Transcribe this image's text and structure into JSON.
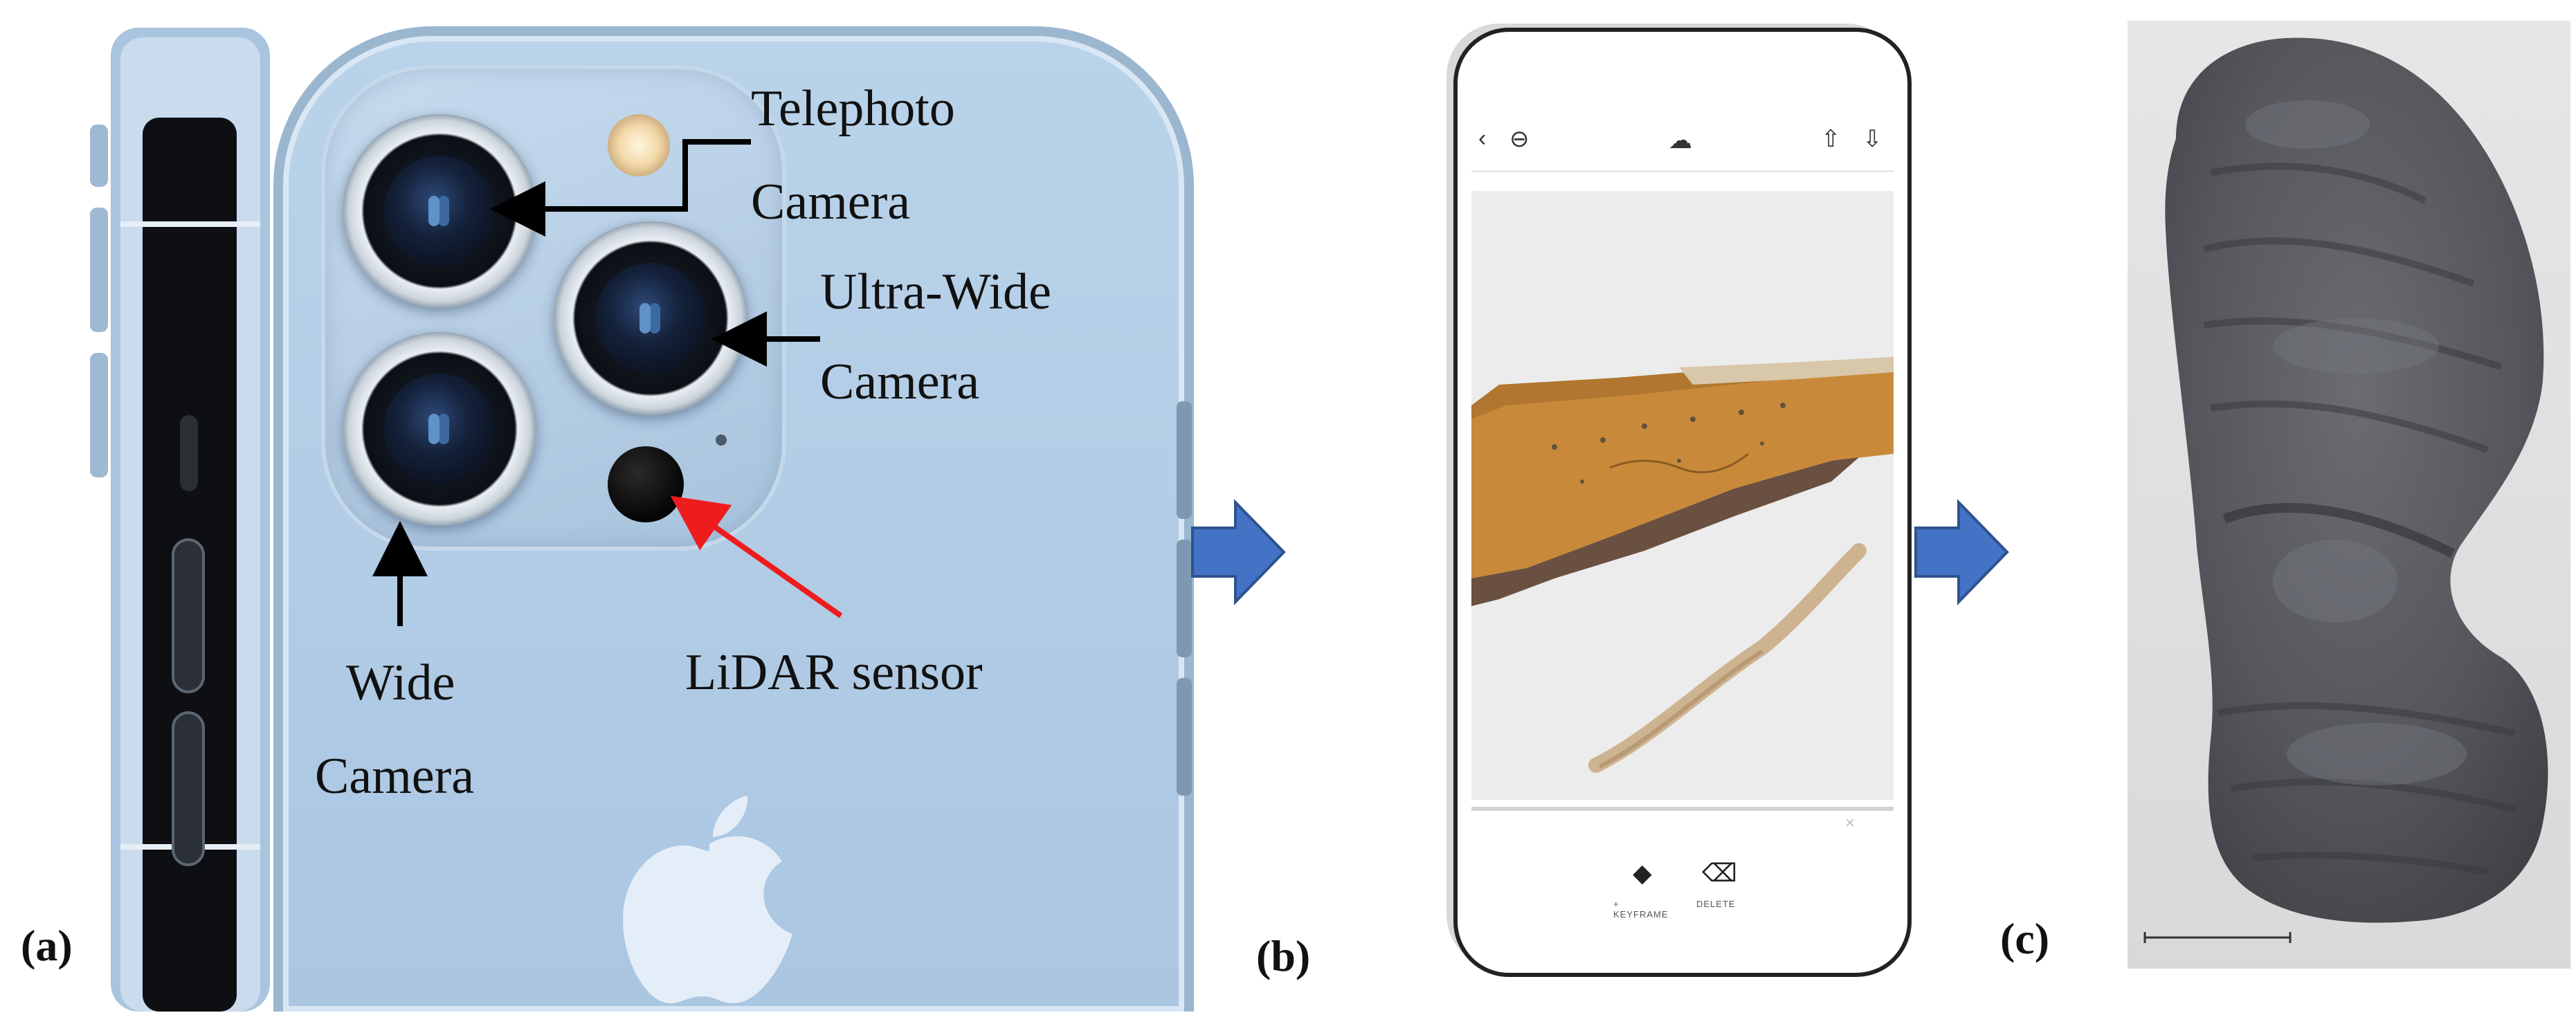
{
  "panels": {
    "a": {
      "letter": "(a)"
    },
    "b": {
      "letter": "(b)"
    },
    "c": {
      "letter": "(c)"
    }
  },
  "labels": {
    "telephoto_line1": "Telephoto",
    "telephoto_line2": "Camera",
    "ultrawide_line1": "Ultra-Wide",
    "ultrawide_line2": "Camera",
    "wide_line1": "Wide",
    "wide_line2": "Camera",
    "lidar": "LiDAR sensor"
  },
  "app_screen": {
    "toolbar_icons": [
      "back-icon",
      "minus-circle-icon",
      "cloud-icon",
      "share-icon",
      "download-icon"
    ],
    "keyframe_label": "+ KEYFRAME",
    "delete_label": "DELETE"
  },
  "colors": {
    "arrow_black": "#000000",
    "arrow_red": "#ee1c1c",
    "flow_arrow": "#4472c4",
    "scan_wood": "#c88a3a",
    "sole_gray": "#5f6066"
  }
}
